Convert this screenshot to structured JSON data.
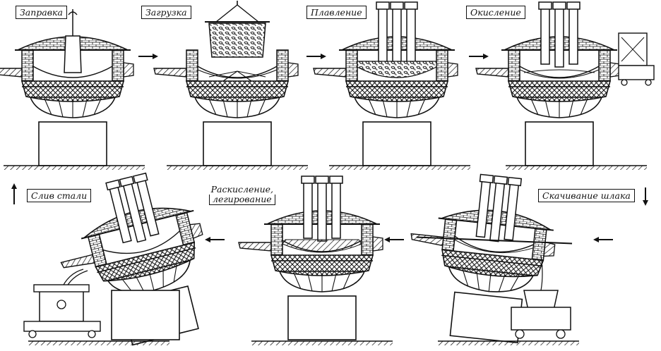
{
  "steps": {
    "refill": "Заправка",
    "charging": "Загрузка",
    "melting": "Плавление",
    "oxidation": "Окисление",
    "tapping": "Слив стали",
    "deoxidation_line1": "Раскисление,",
    "deoxidation_line2": "легирование",
    "slag_removal": "Скачивание шлака"
  },
  "colors": {
    "ink": "#111111",
    "paper": "#ffffff"
  }
}
